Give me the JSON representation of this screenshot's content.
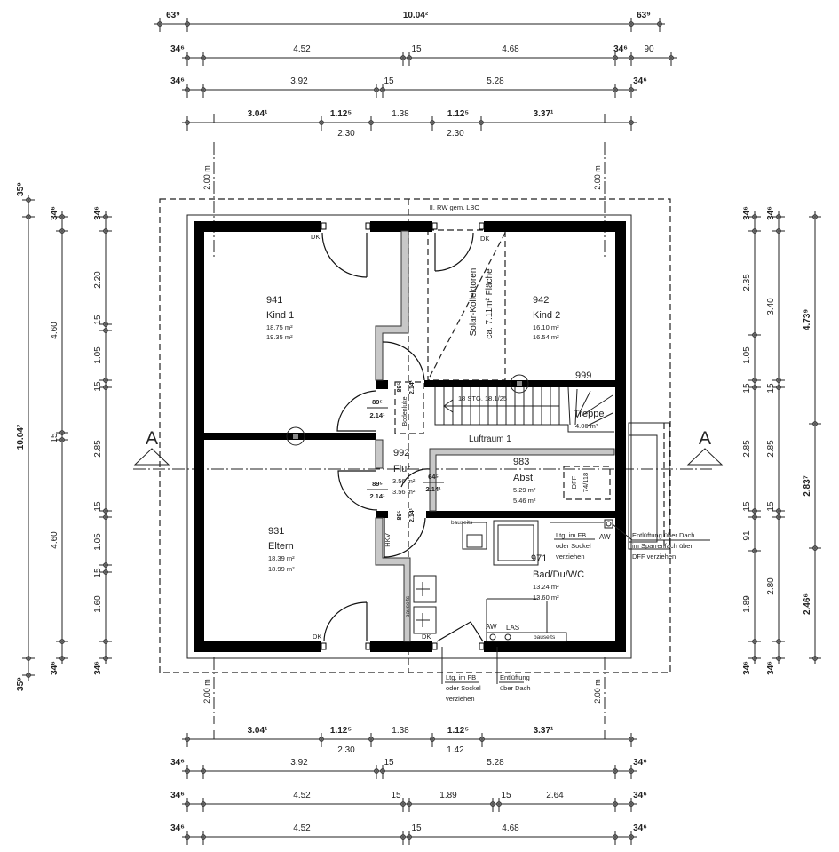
{
  "dims": {
    "top": [
      [
        "63⁹",
        "10.04²",
        "63⁹"
      ],
      [
        "34⁶",
        "4.52",
        "15",
        "4.68",
        "34⁶",
        "90"
      ],
      [
        "34⁶",
        "3.92",
        "15",
        "5.28",
        "34⁶"
      ],
      [
        "3.04¹",
        "1.12⁵",
        "1.38",
        "1.12⁵",
        "3.37¹"
      ]
    ],
    "top_sub": [
      "2.30",
      "2.30"
    ],
    "bottom": [
      [
        "3.04¹",
        "1.12⁵",
        "1.38",
        "1.12⁵",
        "3.37¹"
      ],
      [
        "34⁶",
        "3.92",
        "15",
        "5.28",
        "34⁶"
      ],
      [
        "34⁶",
        "4.52",
        "15",
        "1.89",
        "15",
        "2.64",
        "34⁶"
      ],
      [
        "34⁶",
        "4.52",
        "15",
        "4.68",
        "34⁶"
      ]
    ],
    "bottom_sub": [
      "2.30",
      "1.42"
    ],
    "left": [
      [
        "35⁹",
        "10.04²",
        "35⁹"
      ],
      [
        "34⁶",
        "4.60",
        "15",
        "4.60",
        "34⁶"
      ],
      [
        "34⁶",
        "2.20",
        "15",
        "1.05",
        "15",
        "2.85",
        "15",
        "1.05",
        "15",
        "1.60",
        "34⁶"
      ]
    ],
    "right": [
      [
        "34⁶",
        "2.35",
        "1.05",
        "15",
        "2.85",
        "15",
        "91",
        "1.89",
        "34⁶"
      ],
      [
        "34⁶",
        "3.40",
        "15",
        "2.85",
        "15",
        "2.80",
        "34⁶"
      ],
      [
        "4.73⁹",
        "2.83⁷",
        "2.46⁶"
      ]
    ]
  },
  "rooms": [
    {
      "number": "941",
      "name": "Kind 1",
      "area1": "18.75 m²",
      "area2": "19.35 m²"
    },
    {
      "number": "942",
      "name": "Kind 2",
      "area1": "16.10 m²",
      "area2": "16.54 m²"
    },
    {
      "number": "931",
      "name": "Eltern",
      "area1": "18.39 m²",
      "area2": "18.99 m²"
    },
    {
      "number": "992",
      "name": "Flur",
      "area1": "3.56 m²",
      "area2": "3.56 m²"
    },
    {
      "number": "983",
      "name": "Abst.",
      "area1": "5.29 m²",
      "area2": "5.46 m²"
    },
    {
      "number": "971",
      "name": "Bad/Du/WC",
      "area1": "13.24 m²",
      "area2": "13.60 m²"
    },
    {
      "number": "999",
      "name": "Treppe",
      "area1": "4.06 m²"
    }
  ],
  "annotations": {
    "dk": [
      "DK",
      "DK",
      "DK",
      "DK"
    ],
    "rw": "II. RW gem. LBO",
    "solar_1": "Solar-Kollektoren",
    "solar_2": "ca. 7.11m² Fläche",
    "stairs": "18 STG. 18.1/25",
    "luftraum": "Luftraum 1",
    "bodenluke": "Bodenluke",
    "door_widths": [
      "89⁵",
      "89⁵",
      "64⁵",
      "89⁵",
      "89⁵"
    ],
    "door_heights": [
      "2.14¹",
      "2.14¹",
      "2.14¹",
      "2.14¹",
      "2.14¹"
    ],
    "dff": "DFF",
    "dff_size": "74/118",
    "bauseits": [
      "bauseits",
      "bauseits",
      "bauseits"
    ],
    "hkv": "HKV",
    "ltg_right": [
      "Ltg. im FB",
      "oder Sockel",
      "verziehen"
    ],
    "ltg_bottom": [
      "Ltg. im FB",
      "oder Sockel",
      "verziehen"
    ],
    "aw": [
      "AW",
      "AW"
    ],
    "las": "LAS",
    "entlueftung_right": [
      "Entlüftung über Dach",
      "im Sparrenfach über",
      "DFF verziehen"
    ],
    "entlueftung_bottom": [
      "Entlüftung",
      "über Dach"
    ],
    "section": [
      "A",
      "A"
    ],
    "distance": [
      "2.00 m",
      "2.00 m",
      "2.00 m",
      "2.00 m"
    ]
  }
}
